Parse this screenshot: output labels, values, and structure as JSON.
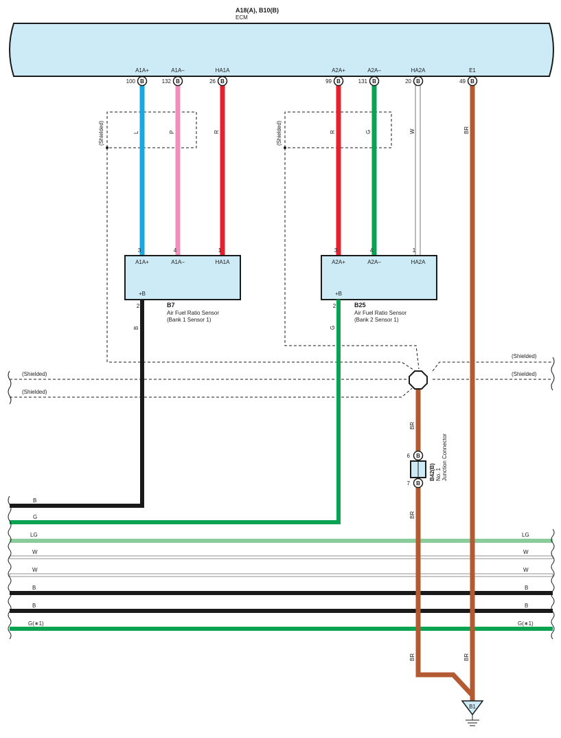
{
  "ecm": {
    "code": "A18(A), B10(B)",
    "name": "ECM",
    "terminals": [
      {
        "pin": "100",
        "conn": "B",
        "label": "A1A+"
      },
      {
        "pin": "132",
        "conn": "B",
        "label": "A1A–"
      },
      {
        "pin": "26",
        "conn": "B",
        "label": "HA1A"
      },
      {
        "pin": "99",
        "conn": "B",
        "label": "A2A+"
      },
      {
        "pin": "131",
        "conn": "B",
        "label": "A2A–"
      },
      {
        "pin": "20",
        "conn": "B",
        "label": "HA2A"
      },
      {
        "pin": "49",
        "conn": "B",
        "label": "E1"
      }
    ]
  },
  "sensor1": {
    "code": "B7",
    "name": "Air Fuel Ratio Sensor",
    "sub": "(Bank 1 Sensor 1)",
    "pins": [
      {
        "num": "3",
        "label": "A1A+"
      },
      {
        "num": "4",
        "label": "A1A–"
      },
      {
        "num": "1",
        "label": "HA1A"
      }
    ],
    "plus_b": "+B",
    "plus_b_pin": "2"
  },
  "sensor2": {
    "code": "B25",
    "name": "Air Fuel Ratio Sensor",
    "sub": "(Bank 2 Sensor 1)",
    "pins": [
      {
        "num": "3",
        "label": "A2A+"
      },
      {
        "num": "4",
        "label": "A2A–"
      },
      {
        "num": "1",
        "label": "HA2A"
      }
    ],
    "plus_b": "+B",
    "plus_b_pin": "2"
  },
  "wire_colors": {
    "L": "L",
    "P": "P",
    "R": "R",
    "G": "G",
    "W": "W",
    "BR": "BR",
    "B": "B",
    "LG": "LG",
    "Gx1": "G(∗1)"
  },
  "shielded": "(Shielded)",
  "junction": {
    "code": "B42(B)",
    "name1": "No. 1",
    "name2": "Junction Connector",
    "pin_top": "6",
    "pin_bot": "7",
    "conn": "B"
  },
  "ground": {
    "label": "B1"
  },
  "colors": {
    "ecm_fill": "#cdebf7",
    "sensor_fill": "#cdebf7",
    "blue": "#19a8e0",
    "pink": "#ef8fbd",
    "red": "#e8202e",
    "green": "#0aa352",
    "brown": "#b35a32",
    "black": "#1a1a1a",
    "light_green": "#8ccc9c",
    "white_wire": "#ffffff"
  }
}
